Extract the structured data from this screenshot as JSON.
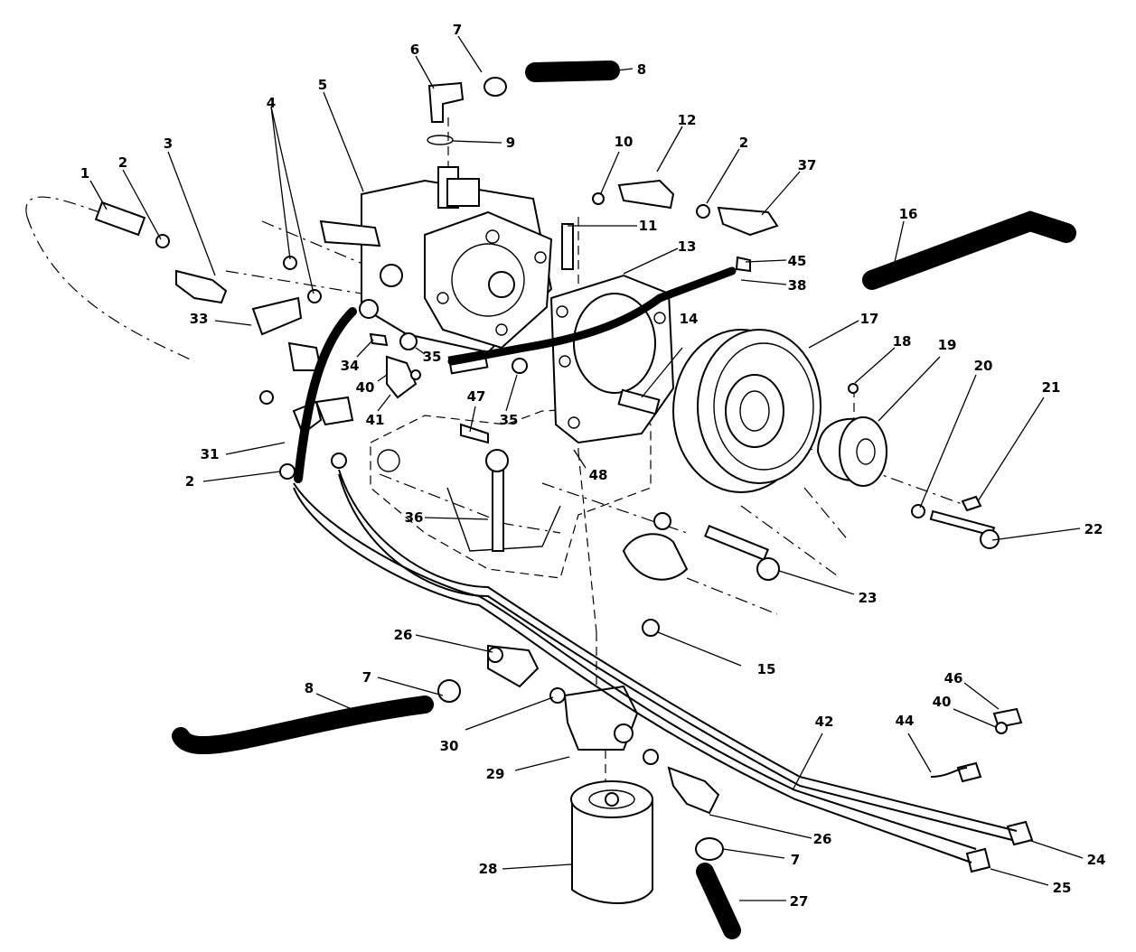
{
  "diagram": {
    "callouts": [
      {
        "id": "c1",
        "label": "1"
      },
      {
        "id": "c2a",
        "label": "2"
      },
      {
        "id": "c3",
        "label": "3"
      },
      {
        "id": "c4",
        "label": "4"
      },
      {
        "id": "c5",
        "label": "5"
      },
      {
        "id": "c6",
        "label": "6"
      },
      {
        "id": "c7a",
        "label": "7"
      },
      {
        "id": "c8a",
        "label": "8"
      },
      {
        "id": "c9",
        "label": "9"
      },
      {
        "id": "c10",
        "label": "10"
      },
      {
        "id": "c11",
        "label": "11"
      },
      {
        "id": "c12",
        "label": "12"
      },
      {
        "id": "c2b",
        "label": "2"
      },
      {
        "id": "c37",
        "label": "37"
      },
      {
        "id": "c16",
        "label": "16"
      },
      {
        "id": "c13",
        "label": "13"
      },
      {
        "id": "c45",
        "label": "45"
      },
      {
        "id": "c38",
        "label": "38"
      },
      {
        "id": "c17",
        "label": "17"
      },
      {
        "id": "c18",
        "label": "18"
      },
      {
        "id": "c19",
        "label": "19"
      },
      {
        "id": "c20",
        "label": "20"
      },
      {
        "id": "c21",
        "label": "21"
      },
      {
        "id": "c14",
        "label": "14"
      },
      {
        "id": "c33",
        "label": "33"
      },
      {
        "id": "c34",
        "label": "34"
      },
      {
        "id": "c35a",
        "label": "35"
      },
      {
        "id": "c40a",
        "label": "40"
      },
      {
        "id": "c35b",
        "label": "35"
      },
      {
        "id": "c41",
        "label": "41"
      },
      {
        "id": "c47",
        "label": "47"
      },
      {
        "id": "c31",
        "label": "31"
      },
      {
        "id": "c2c",
        "label": "2"
      },
      {
        "id": "c48",
        "label": "48"
      },
      {
        "id": "c36",
        "label": "36"
      },
      {
        "id": "c22",
        "label": "22"
      },
      {
        "id": "c23",
        "label": "23"
      },
      {
        "id": "c15",
        "label": "15"
      },
      {
        "id": "c26a",
        "label": "26"
      },
      {
        "id": "c7b",
        "label": "7"
      },
      {
        "id": "c8b",
        "label": "8"
      },
      {
        "id": "c30",
        "label": "30"
      },
      {
        "id": "c29",
        "label": "29"
      },
      {
        "id": "c42",
        "label": "42"
      },
      {
        "id": "c44",
        "label": "44"
      },
      {
        "id": "c46",
        "label": "46"
      },
      {
        "id": "c40b",
        "label": "40"
      },
      {
        "id": "c26b",
        "label": "26"
      },
      {
        "id": "c7c",
        "label": "7"
      },
      {
        "id": "c28",
        "label": "28"
      },
      {
        "id": "c27",
        "label": "27"
      },
      {
        "id": "c24",
        "label": "24"
      },
      {
        "id": "c25",
        "label": "25"
      }
    ]
  }
}
